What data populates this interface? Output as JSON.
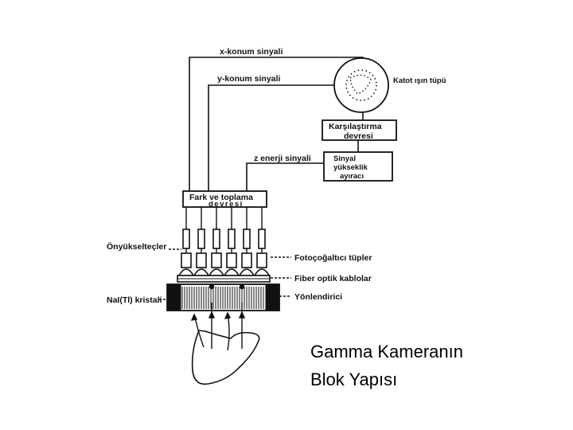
{
  "diagram": {
    "labels": {
      "x_signal": "x-konum sinyali",
      "y_signal": "y-konum sinyali",
      "crt": "Katot ışın tüpü",
      "comparator_line1": "Karşılaştırma",
      "comparator_line2": "devresi",
      "z_signal": "z enerji sinyali",
      "analyzer_line1": "Sinyal",
      "analyzer_line2": "yükseklik",
      "analyzer_line3": "ayıracı",
      "sum_line1": "Fark ve toplama",
      "sum_line2": "devresi",
      "preamps": "Önyükselteçler",
      "pmts": "Fotoçoğaltıcı tüpler",
      "fiber": "Fiber optik kablolar",
      "collimator": "Yönlendirici",
      "crystal": "NaI(Tl) kristali"
    }
  },
  "caption": {
    "line1": "Gamma Kameranın",
    "line2": "Blok Yapısı"
  },
  "colors": {
    "ink": "#111111",
    "background": "#ffffff"
  }
}
